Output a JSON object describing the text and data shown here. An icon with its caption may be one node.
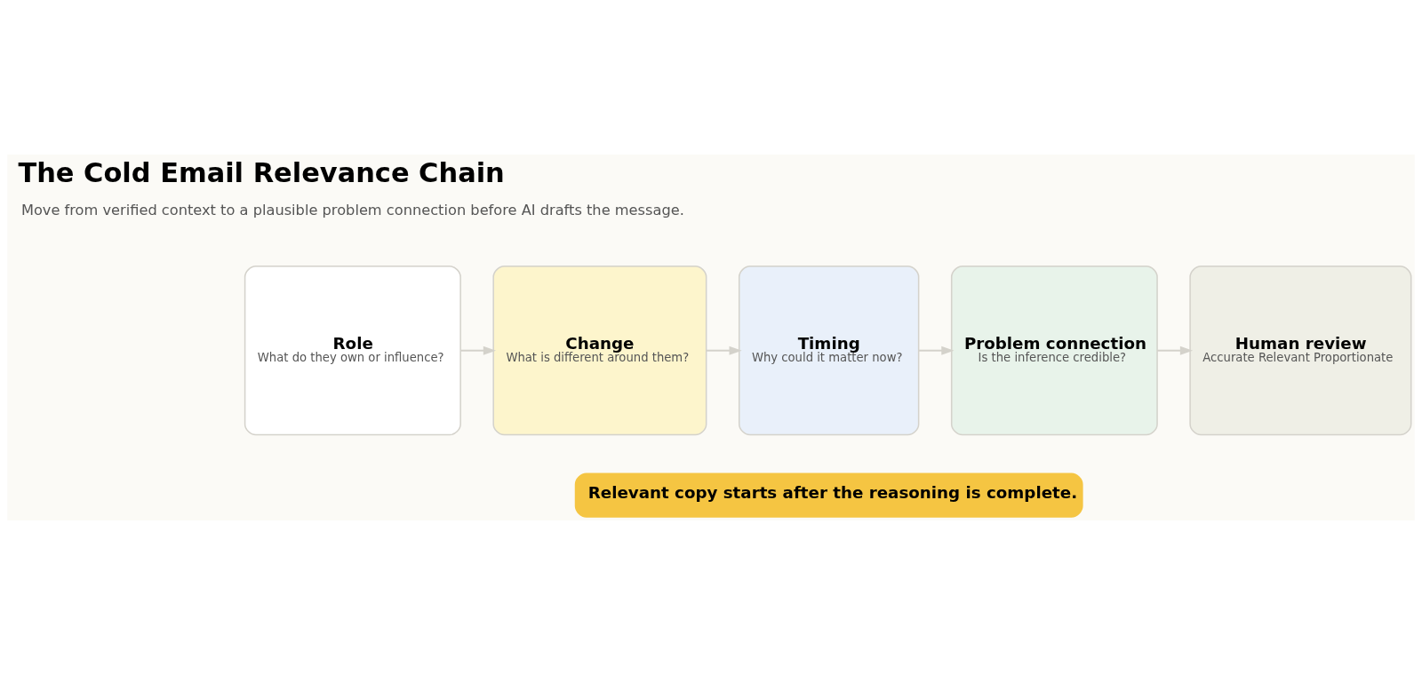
{
  "diagram": {
    "title": "The Cold Email Relevance Chain",
    "nodes": [
      {
        "text": [
          "Role",
          "What do they own or influence?"
        ]
      },
      {
        "text": [
          "Change",
          "What is different around them?"
        ]
      },
      {
        "text": [
          "Timing",
          "Why could it matter now?"
        ]
      },
      {
        "text": [
          "Problem connection",
          "Is the inference credible?"
        ]
      },
      {
        "text": [
          "Human review",
          "Accurate Relevant Proportionate"
        ]
      },
      {
        "text": [
          "Relevant copy starts after the reasoning is complete."
        ]
      }
    ],
    "edges": [
      {
        "from": 0,
        "to": 1,
        "arrow": "to"
      },
      {
        "from": 1,
        "to": 2,
        "arrow": "to"
      },
      {
        "from": 2,
        "to": 3,
        "arrow": "to"
      },
      {
        "from": 3,
        "to": 4,
        "arrow": "to"
      }
    ],
    "labels": [
      "Move from verified context to a plausible problem connection before AI drafts the message."
    ]
  }
}
